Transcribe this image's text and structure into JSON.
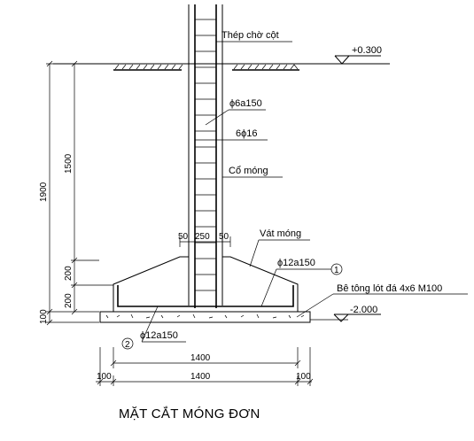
{
  "drawing": {
    "title": "MẶT CẮT MÓNG ĐƠN",
    "labels": {
      "column_starter": "Thép chờ cột",
      "stirrups": "ϕ6a150",
      "main_bars": "6ϕ16",
      "neck": "Cổ móng",
      "slope": "Vát móng",
      "top_mesh": "ϕ12a150",
      "lean_concrete": "Bê tông lót đá 4x6 M100",
      "bottom_mesh": "ϕ12a150",
      "marker_1": "1",
      "marker_2": "2"
    },
    "levels": {
      "ground": "+0.300",
      "bottom": "-2.000"
    },
    "dimensions": {
      "total_height": "1900",
      "neck_height": "1500",
      "slope_height": "200",
      "base_height": "200",
      "lean_height": "100",
      "col_left": "50",
      "col_width": "250",
      "col_right": "50",
      "footing_width": "1400",
      "lean_width": "1400",
      "lean_edge_left": "100",
      "lean_edge_right": "100"
    }
  }
}
